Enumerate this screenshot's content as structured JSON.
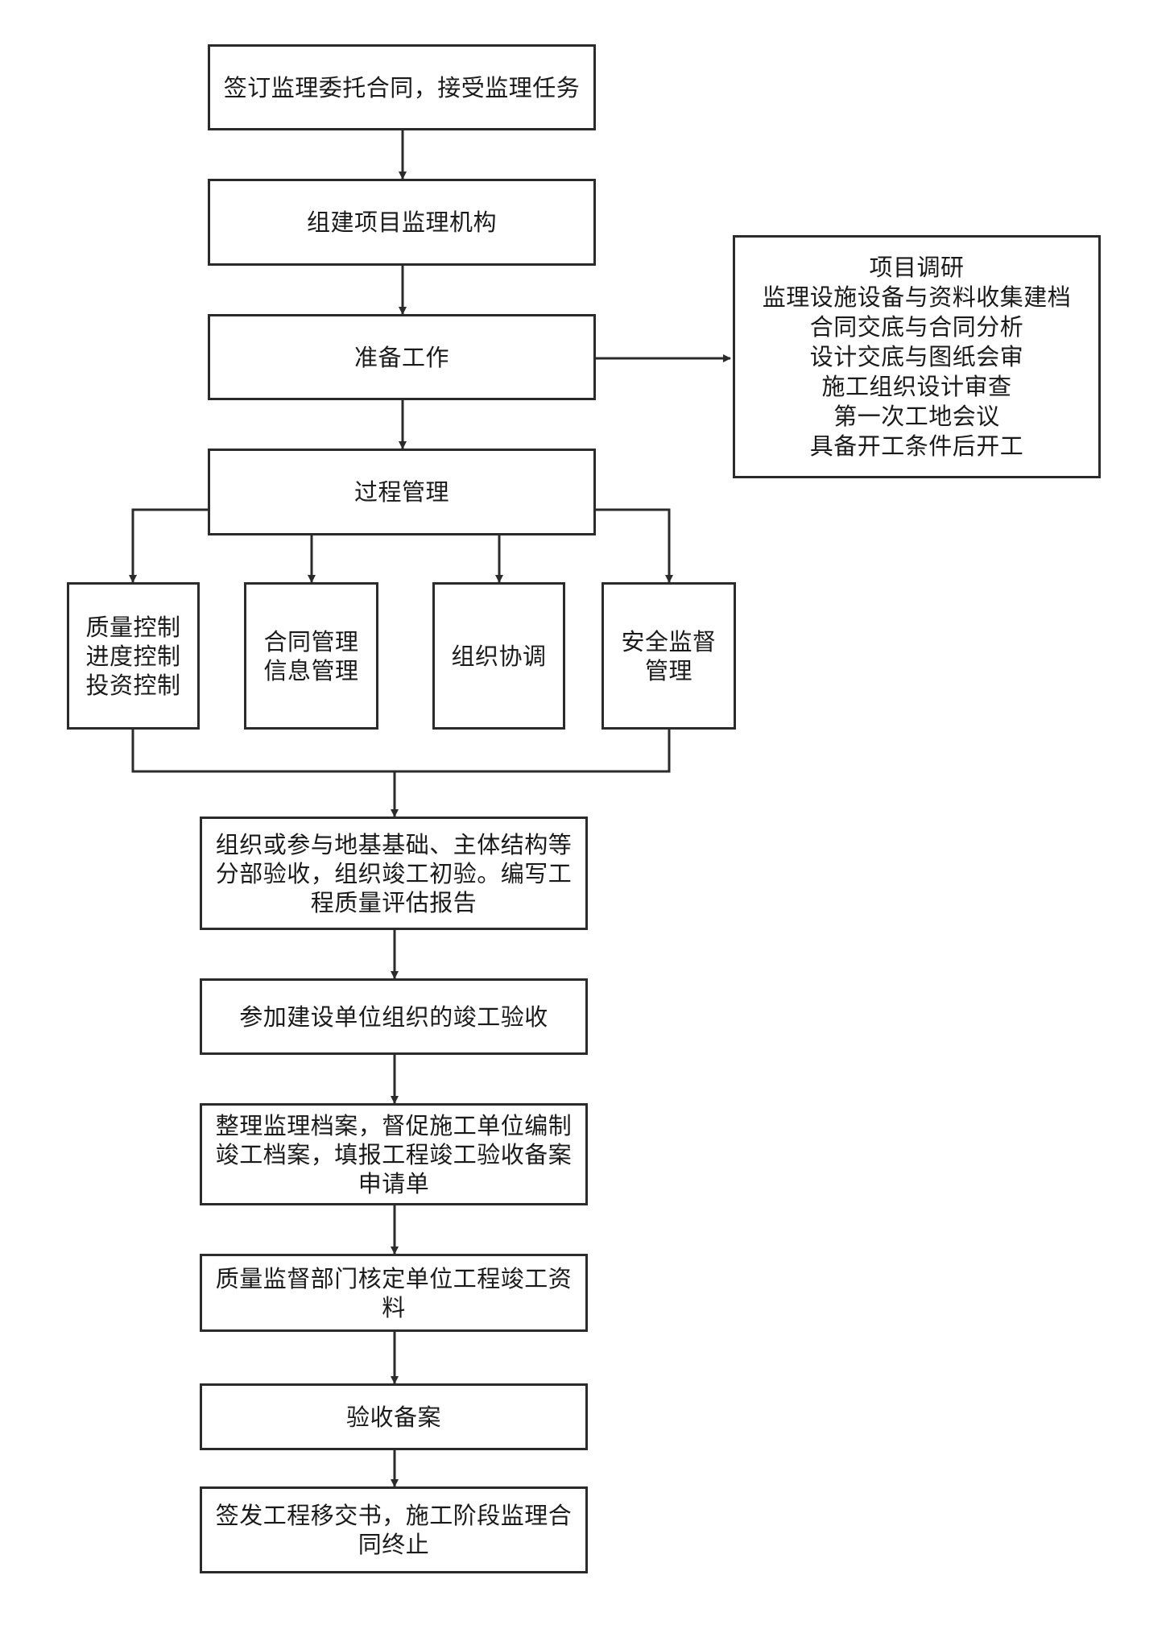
{
  "nodes": {
    "n1": {
      "lines": [
        "签订监理委托合同，接受监理任务"
      ]
    },
    "n2": {
      "lines": [
        "组建项目监理机构"
      ]
    },
    "n3": {
      "lines": [
        "准备工作"
      ]
    },
    "n3s": {
      "lines": [
        "项目调研",
        "监理设施设备与资料收集建档",
        "合同交底与合同分析",
        "设计交底与图纸会审",
        "施工组织设计审查",
        "第一次工地会议",
        "具备开工条件后开工"
      ]
    },
    "n4": {
      "lines": [
        "过程管理"
      ]
    },
    "b1": {
      "lines": [
        "质量控制",
        "进度控制",
        "投资控制"
      ]
    },
    "b2": {
      "lines": [
        "合同管理",
        "信息管理"
      ]
    },
    "b3": {
      "lines": [
        "组织协调"
      ]
    },
    "b4": {
      "lines": [
        "安全监督",
        "管理"
      ]
    },
    "n5": {
      "lines": [
        "组织或参与地基基础、主体结构等",
        "分部验收，组织竣工初验。编写工",
        "程质量评估报告"
      ]
    },
    "n6": {
      "lines": [
        "参加建设单位组织的竣工验收"
      ]
    },
    "n7": {
      "lines": [
        "整理监理档案，督促施工单位编制",
        "竣工档案，填报工程竣工验收备案",
        "申请单"
      ]
    },
    "n8": {
      "lines": [
        "质量监督部门核定单位工程竣工资",
        "料"
      ]
    },
    "n9": {
      "lines": [
        "验收备案"
      ]
    },
    "n10": {
      "lines": [
        "签发工程移交书，施工阶段监理合",
        "同终止"
      ]
    }
  }
}
